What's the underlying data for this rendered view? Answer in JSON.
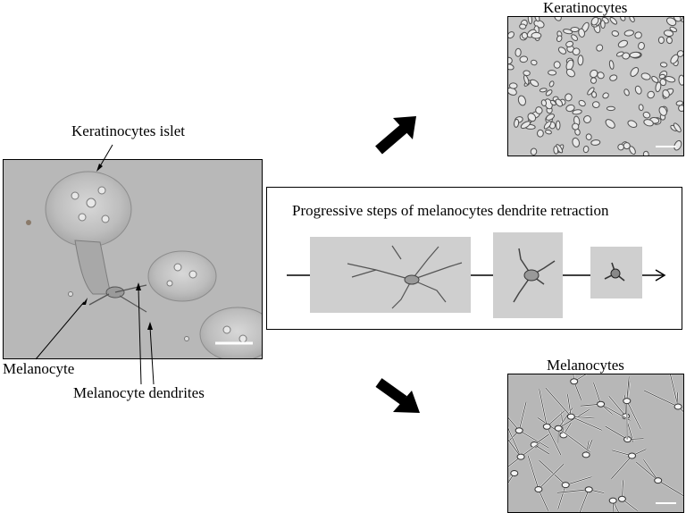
{
  "labels": {
    "keratinocytes_top": "Keratinocytes",
    "keratinocytes_islet": "Keratinocytes islet",
    "progressive_title": "Progressive steps of melanocytes dendrite retraction",
    "melanocyte": "Melanocyte",
    "melanocyte_dendrites": "Melanocyte dendrites",
    "melanocytes_bottom": "Melanocytes"
  },
  "colors": {
    "micrograph_gray": "#b9b9b9",
    "cell_outline": "#4a4a4a",
    "arrow": "#000000"
  }
}
